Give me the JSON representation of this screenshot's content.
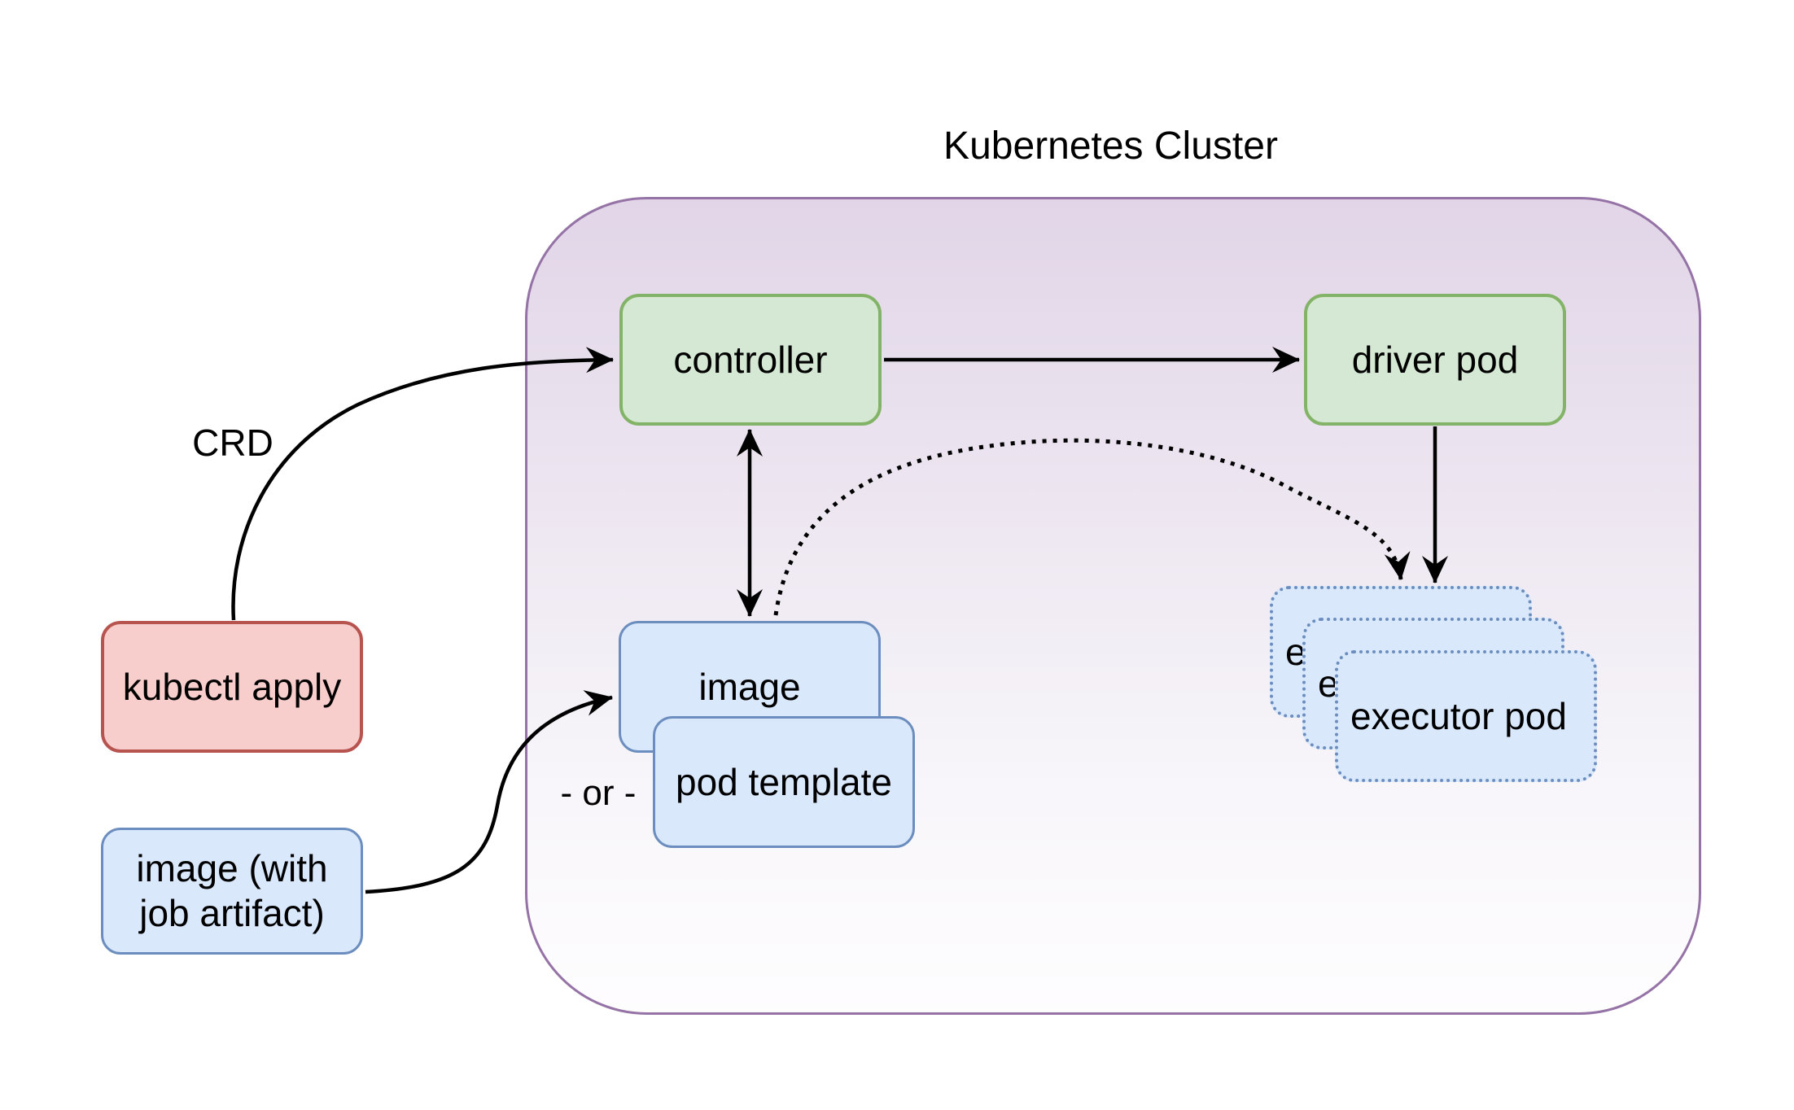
{
  "title": "Kubernetes Cluster",
  "nodes": {
    "kubectl_apply": {
      "label": "kubectl apply",
      "fill": "#f8cecc",
      "border": "#b85450"
    },
    "job_image": {
      "label": "image (with job artifact)",
      "fill": "#dae8fc",
      "border": "#6c8ebf"
    },
    "controller": {
      "label": "controller",
      "fill": "#d5e8d4",
      "border": "#82b366"
    },
    "driver_pod": {
      "label": "driver pod",
      "fill": "#d5e8d4",
      "border": "#82b366"
    },
    "image": {
      "label": "image",
      "fill": "#dae8fc",
      "border": "#6c8ebf"
    },
    "pod_template": {
      "label": "pod template",
      "fill": "#dae8fc",
      "border": "#6c8ebf"
    },
    "executor_pods": [
      "executor pod",
      "executor pod",
      "executor pod"
    ]
  },
  "edge_labels": {
    "crd": "CRD",
    "or": "- or -"
  },
  "edges": [
    {
      "from": "kubectl apply",
      "to": "controller",
      "label": "CRD",
      "style": "solid-curved-arrow"
    },
    {
      "from": "controller",
      "to": "driver pod",
      "style": "solid-arrow"
    },
    {
      "from": "controller",
      "to": "image",
      "style": "solid-double-arrow"
    },
    {
      "from": "driver pod",
      "to": "executor pods",
      "style": "solid-arrow"
    },
    {
      "from": "image",
      "to": "executor pods",
      "style": "dotted-curved-arrow"
    },
    {
      "from": "image (with job artifact)",
      "to": "image",
      "label": "- or -",
      "style": "solid-curved-arrow"
    }
  ],
  "colors": {
    "cluster_border": "#9673a6",
    "cluster_fill_top": "#e1d5e7",
    "cluster_fill_bottom": "#ffffff",
    "green_fill": "#d5e8d4",
    "green_border": "#82b366",
    "blue_fill": "#dae8fc",
    "blue_border": "#6c8ebf",
    "red_fill": "#f8cecc",
    "red_border": "#b85450",
    "arrow": "#000000",
    "text": "#000000"
  }
}
